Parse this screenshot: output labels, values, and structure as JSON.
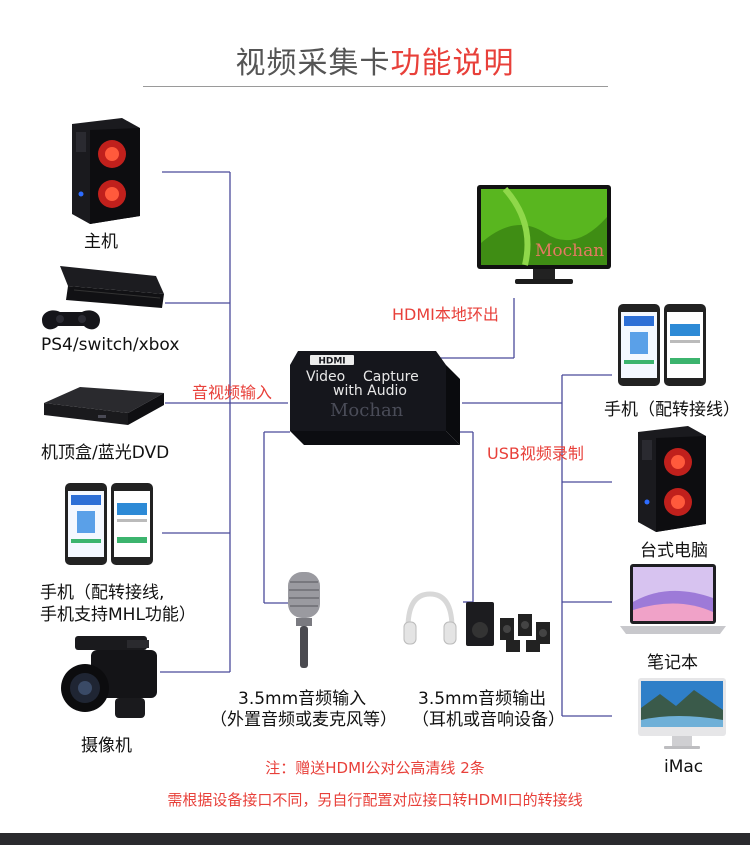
{
  "title": {
    "part1": "视频采集卡",
    "part2": "功能说明"
  },
  "left_devices": [
    {
      "label": "主机",
      "icon": "desktop-tower-icon"
    },
    {
      "label": "PS4/switch/xbox",
      "icon": "game-console-icon"
    },
    {
      "label": "机顶盒/蓝光DVD",
      "icon": "set-top-box-icon"
    },
    {
      "label": "手机（配转接线,",
      "label2": "手机支持MHL功能）",
      "icon": "phones-icon"
    },
    {
      "label": "摄像机",
      "icon": "camcorder-icon"
    }
  ],
  "right_devices": [
    {
      "label": "手机（配转接线）",
      "icon": "phones-icon"
    },
    {
      "label": "台式电脑",
      "icon": "desktop-tower-icon"
    },
    {
      "label": "笔记本",
      "icon": "laptop-icon"
    },
    {
      "label": "iMac",
      "icon": "imac-icon"
    }
  ],
  "monitor": {
    "watermark": "Mochan",
    "icon": "monitor-icon"
  },
  "capture_card": {
    "logo": "HDMI",
    "line1": "Video    Capture",
    "line2": "with Audio",
    "watermark": "Mochan",
    "icon": "capture-card-icon"
  },
  "connections": {
    "hdmi_out": "HDMI本地环出",
    "av_input": "音视频输入",
    "usb_record": "USB视频录制"
  },
  "audio": {
    "input_label1": "3.5mm音频输入",
    "input_label2": "（外置音频或麦克风等）",
    "output_label1": "3.5mm音频输出",
    "output_label2": "（耳机或音响设备）"
  },
  "notes": {
    "line1": "注：赠送HDMI公对公高清线 2条",
    "line2": "需根据设备接口不同，另自行配置对应接口转HDMI口的转接线"
  },
  "colors": {
    "accent_red": "#e8403a",
    "line_blue": "#4a4a9a",
    "card_dark": "#15161c"
  }
}
